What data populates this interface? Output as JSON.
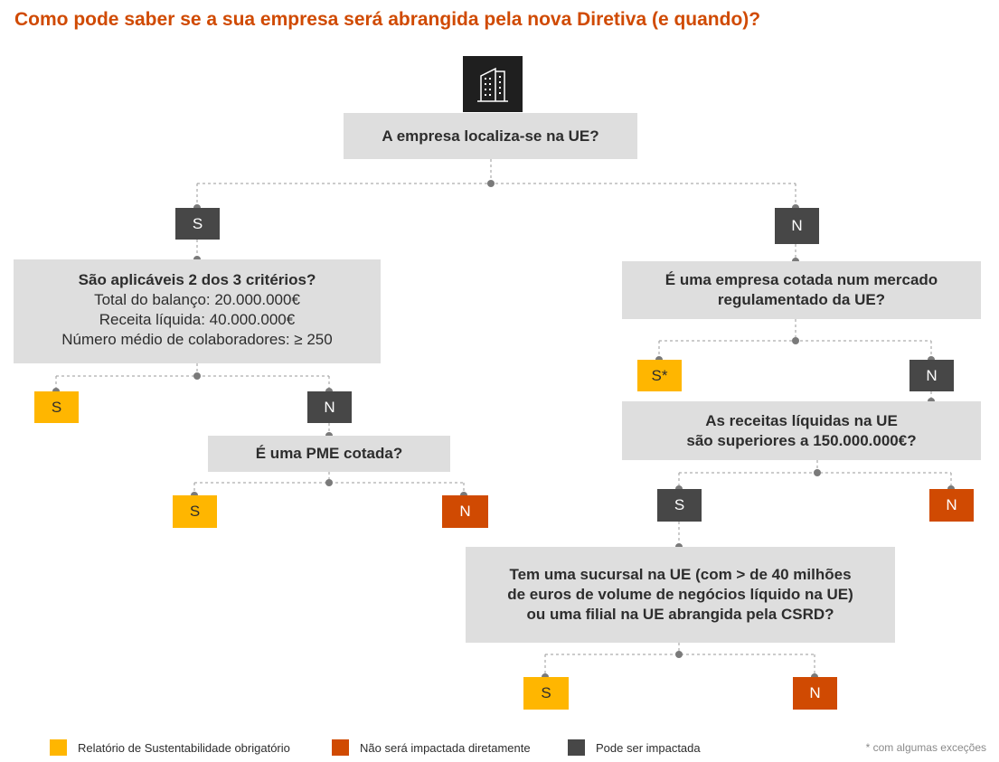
{
  "title": "Como pode saber se a sua empresa será abrangida pela nova Diretiva (e quando)?",
  "icon": "building-icon",
  "colors": {
    "accent": "#d04a02",
    "yellow": "#ffb600",
    "dark": "#474747",
    "box": "#dedede"
  },
  "questions": {
    "q1": "A empresa localiza-se na UE?",
    "q2_title": "São aplicáveis 2 dos 3 critérios?",
    "q2_lines": [
      "Total do balanço: 20.000.000€",
      "Receita líquida: 40.000.000€",
      "Número médio de colaboradores: ≥ 250"
    ],
    "q3": "É uma PME cotada?",
    "q4_lines": [
      "É uma empresa cotada num mercado",
      "regulamentado da UE?"
    ],
    "q5_lines": [
      "As receitas líquidas na UE",
      "são superiores a 150.000.000€?"
    ],
    "q6_lines": [
      "Tem uma sucursal na UE (com > de 40 milhões",
      "de euros de volume de negócios líquido na UE)",
      "ou uma filial na UE abrangida pela CSRD?"
    ]
  },
  "tags": {
    "s": "S",
    "n": "N",
    "s_star": "S*"
  },
  "legend": {
    "yellow": "Relatório de Sustentabilidade obrigatório",
    "red": "Não será impactada diretamente",
    "dark": "Pode ser impactada"
  },
  "note": "* com algumas exceções"
}
